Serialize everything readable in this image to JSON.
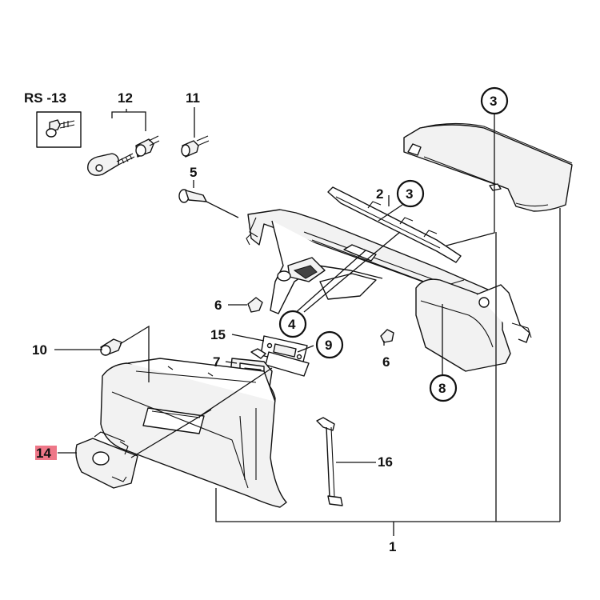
{
  "callouts": [
    {
      "id": "rs13",
      "text": "RS -13"
    },
    {
      "id": "p12",
      "text": "12"
    },
    {
      "id": "p11",
      "text": "11"
    },
    {
      "id": "p5",
      "text": "5"
    },
    {
      "id": "p3a",
      "text": "3"
    },
    {
      "id": "p2",
      "text": "2"
    },
    {
      "id": "p3b",
      "text": "3"
    },
    {
      "id": "p6a",
      "text": "6"
    },
    {
      "id": "p4",
      "text": "4"
    },
    {
      "id": "p6b",
      "text": "6"
    },
    {
      "id": "p8",
      "text": "8"
    },
    {
      "id": "p15",
      "text": "15"
    },
    {
      "id": "p9",
      "text": "9"
    },
    {
      "id": "p7",
      "text": "7"
    },
    {
      "id": "p10",
      "text": "10"
    },
    {
      "id": "p14",
      "text": "14",
      "highlight": "#ee7788"
    },
    {
      "id": "p16",
      "text": "16"
    },
    {
      "id": "p1",
      "text": "1"
    }
  ]
}
